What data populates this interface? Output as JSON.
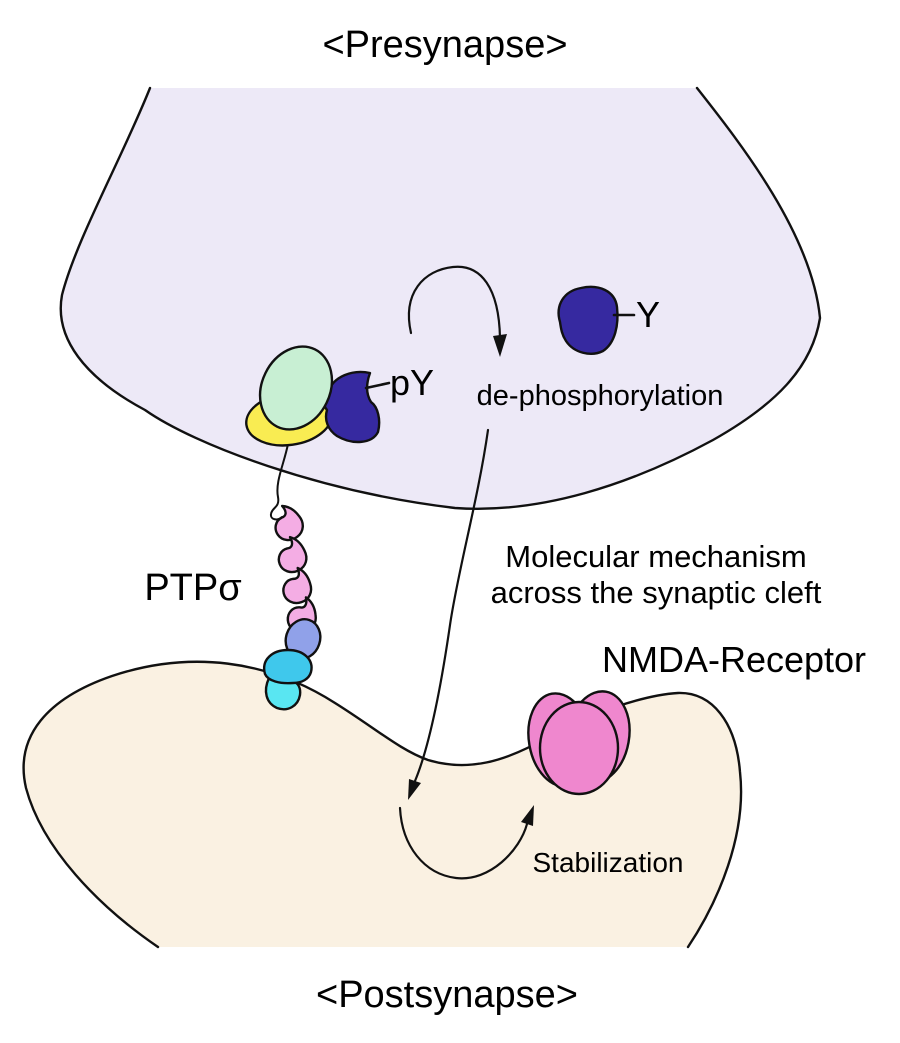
{
  "title_top": "<Presynapse>",
  "title_bottom": "<Postsynapse>",
  "labels": {
    "ptp_sigma": "PTPσ",
    "phospho_tyrosine": "pY",
    "tyrosine": "Y",
    "dephosphorylation": "de-phosphorylation",
    "mechanism_line1": "Molecular mechanism",
    "mechanism_line2": "across the synaptic cleft",
    "nmda_receptor": "NMDA-Receptor",
    "stabilization": "Stabilization"
  },
  "colors": {
    "presynapse_fill": "#EDE9F7",
    "postsynapse_fill": "#FAF1E2",
    "outline": "#111111",
    "text": "#000000",
    "mint": "#C8EFD3",
    "yellow": "#F9EC52",
    "indigo": "#3629A0",
    "pink_bead": "#F4ADE4",
    "periwinkle": "#90A1E9",
    "cyan_dark": "#3FC8EC",
    "cyan_light": "#59E6F2",
    "receptor_pink": "#EF87CE"
  }
}
